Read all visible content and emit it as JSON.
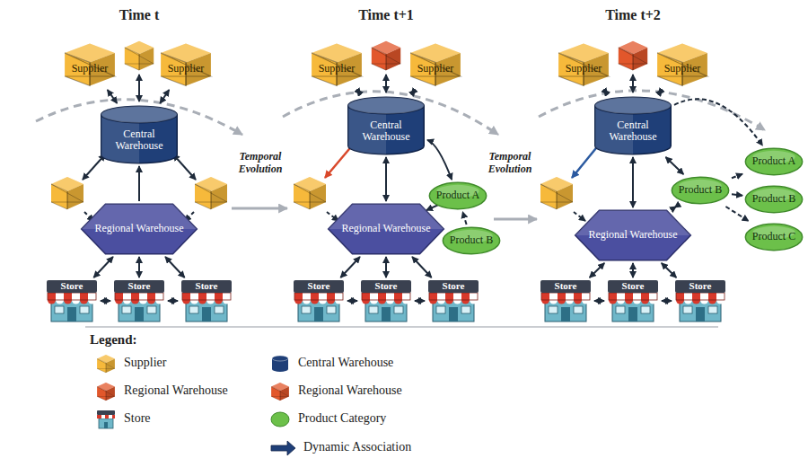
{
  "diagram": {
    "nodes": [
      {
        "text": [
          "Supplier"
        ]
      },
      {
        "text": [
          "Supplier"
        ]
      },
      {
        "text": [
          "Central Warehouse"
        ]
      },
      {
        "text": [
          "Regional Warehouse"
        ]
      },
      {
        "text": [
          "Store"
        ]
      },
      {
        "text": [
          "Store"
        ]
      },
      {
        "text": [
          "Store"
        ]
      },
      {
        "text": [
          "Supplier"
        ]
      },
      {
        "text": [
          "Supplier"
        ]
      },
      {
        "text": [
          "Central Warehouse"
        ]
      },
      {
        "text": [
          "Regional Warehouse"
        ]
      },
      {
        "text": [
          "Product A"
        ]
      },
      {
        "text": [
          "Product B"
        ]
      },
      {
        "text": [
          "Store"
        ]
      },
      {
        "text": [
          "Store"
        ]
      },
      {
        "text": [
          "Store"
        ]
      },
      {
        "text": [
          "Supplier"
        ]
      },
      {
        "text": [
          "Supplier"
        ]
      },
      {
        "text": [
          "Central Warehouse"
        ]
      },
      {
        "text": [
          "Regional Warehouse"
        ]
      },
      {
        "text": [
          "Product B"
        ]
      },
      {
        "text": [
          "Product A"
        ]
      },
      {
        "text": [
          "Product B"
        ]
      },
      {
        "text": [
          "Product C"
        ]
      },
      {
        "text": [
          "Store"
        ]
      },
      {
        "text": [
          "Store"
        ]
      },
      {
        "text": [
          "Store"
        ]
      }
    ],
    "edges": [
      {
        "from": 0,
        "to": 2,
        "arrow": "both"
      },
      {
        "from": 1,
        "to": 2,
        "arrow": "both"
      },
      {
        "from": 3,
        "to": 2,
        "arrow": "to"
      },
      {
        "from": 3,
        "to": 4,
        "arrow": "both"
      },
      {
        "from": 3,
        "to": 5,
        "arrow": "both"
      },
      {
        "from": 3,
        "to": 6,
        "arrow": "both"
      },
      {
        "from": 4,
        "to": 5,
        "arrow": "both"
      },
      {
        "from": 5,
        "to": 6,
        "arrow": "both"
      },
      {
        "from": 7,
        "to": 9,
        "arrow": "both"
      },
      {
        "from": 8,
        "to": 9,
        "arrow": "both"
      },
      {
        "from": 9,
        "to": 10,
        "arrow": "both"
      },
      {
        "from": 9,
        "to": 11,
        "arrow": "both"
      },
      {
        "from": 10,
        "to": 11,
        "arrow": "both"
      },
      {
        "from": 12,
        "to": 11,
        "arrow": "to"
      },
      {
        "from": 10,
        "to": 13,
        "arrow": "both"
      },
      {
        "from": 10,
        "to": 14,
        "arrow": "both"
      },
      {
        "from": 10,
        "to": 15,
        "arrow": "both"
      },
      {
        "from": 13,
        "to": 14,
        "arrow": "both"
      },
      {
        "from": 14,
        "to": 15,
        "arrow": "both"
      },
      {
        "from": 16,
        "to": 18,
        "arrow": "both"
      },
      {
        "from": 17,
        "to": 18,
        "arrow": "both"
      },
      {
        "from": 18,
        "to": 19,
        "arrow": "both"
      },
      {
        "from": 18,
        "to": 20,
        "arrow": "both"
      },
      {
        "from": 19,
        "to": 20,
        "arrow": "both"
      },
      {
        "from": 20,
        "to": 21,
        "arrow": "to"
      },
      {
        "from": 20,
        "to": 22,
        "arrow": "to"
      },
      {
        "from": 20,
        "to": 23,
        "arrow": "to"
      },
      {
        "from": 18,
        "to": 21,
        "arrow": "to"
      },
      {
        "from": 19,
        "to": 24,
        "arrow": "both"
      },
      {
        "from": 19,
        "to": 25,
        "arrow": "both"
      },
      {
        "from": 19,
        "to": 26,
        "arrow": "both"
      },
      {
        "from": 24,
        "to": 25,
        "arrow": "both"
      },
      {
        "from": 25,
        "to": 26,
        "arrow": "both"
      }
    ],
    "labels": [
      "Time t",
      "Time t+1",
      "Time t+2",
      "Temporal Evolution",
      "Temporal Evolution",
      "Legend:"
    ],
    "legend": [
      {
        "text": "Supplier",
        "color": "#f6b93b"
      },
      {
        "text": "Regional Warehouse",
        "color": "#e2572b"
      },
      {
        "text": "Store"
      },
      {
        "text": "Central Warehouse",
        "color": "#1f3f78"
      },
      {
        "text": "Regional Warehouse",
        "color": "#e2572b"
      },
      {
        "text": "Product Category",
        "color": "#6cc04a"
      },
      {
        "text": "Dynamic Association"
      }
    ]
  }
}
